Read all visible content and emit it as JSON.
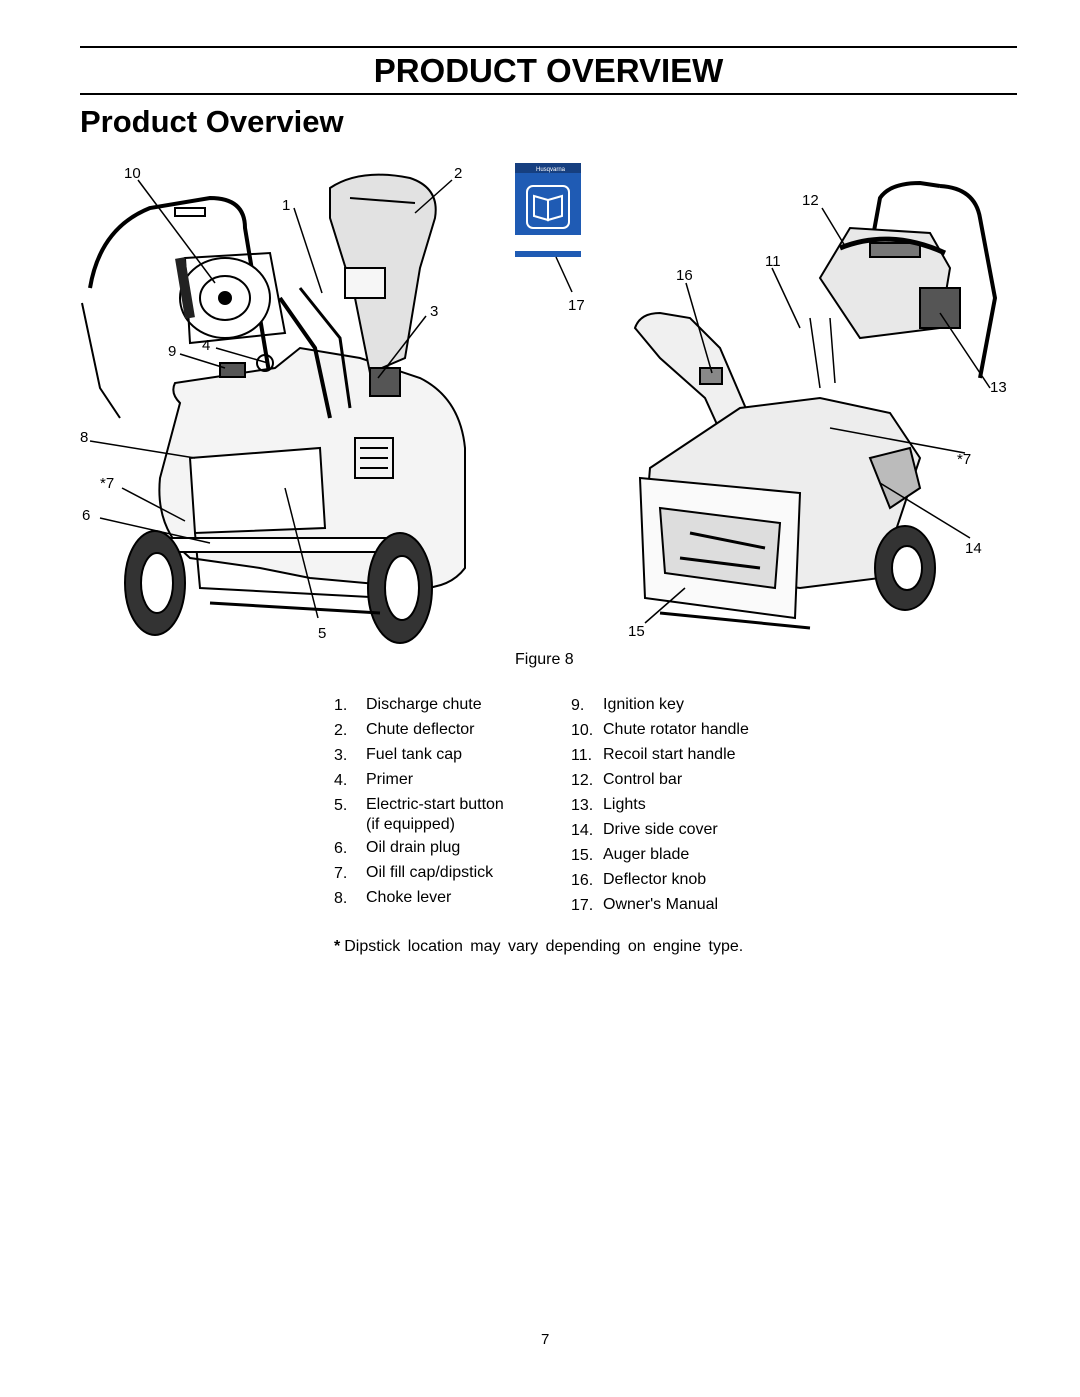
{
  "header": {
    "banner": "PRODUCT OVERVIEW",
    "subtitle": "Product Overview"
  },
  "figure": {
    "caption": "Figure 8",
    "callouts_left": [
      "10",
      "2",
      "1",
      "3",
      "9",
      "4",
      "8",
      "*7",
      "6",
      "5"
    ],
    "callouts_right": [
      "12",
      "11",
      "16",
      "17",
      "13",
      "*7",
      "14",
      "15"
    ],
    "manual_logo_text": "Husqvarna"
  },
  "parts_left": [
    {
      "num": "1.",
      "label": "Discharge chute"
    },
    {
      "num": "2.",
      "label": "Chute deflector"
    },
    {
      "num": "3.",
      "label": "Fuel tank cap"
    },
    {
      "num": "4.",
      "label": "Primer"
    },
    {
      "num": "5.",
      "label": "Electric-start button"
    },
    {
      "num": "",
      "label": "(if equipped)"
    },
    {
      "num": "6.",
      "label": "Oil drain plug"
    },
    {
      "num": "7.",
      "label": "Oil fill cap/dipstick"
    },
    {
      "num": "8.",
      "label": "Choke lever"
    }
  ],
  "parts_right": [
    {
      "num": "9.",
      "label": "Ignition key"
    },
    {
      "num": "10.",
      "label": "Chute rotator handle"
    },
    {
      "num": "11.",
      "label": "Recoil start handle"
    },
    {
      "num": "12.",
      "label": "Control bar"
    },
    {
      "num": "13.",
      "label": "Lights"
    },
    {
      "num": "14.",
      "label": "Drive side cover"
    },
    {
      "num": "15.",
      "label": "Auger blade"
    },
    {
      "num": "16.",
      "label": "Deflector knob"
    },
    {
      "num": "17.",
      "label": "Owner's Manual"
    }
  ],
  "note": {
    "star": "*",
    "text": "Dipstick location may vary depending on engine type."
  },
  "page_number": "7",
  "colors": {
    "manual_cover": "#1f5bb4",
    "line": "#000000"
  }
}
